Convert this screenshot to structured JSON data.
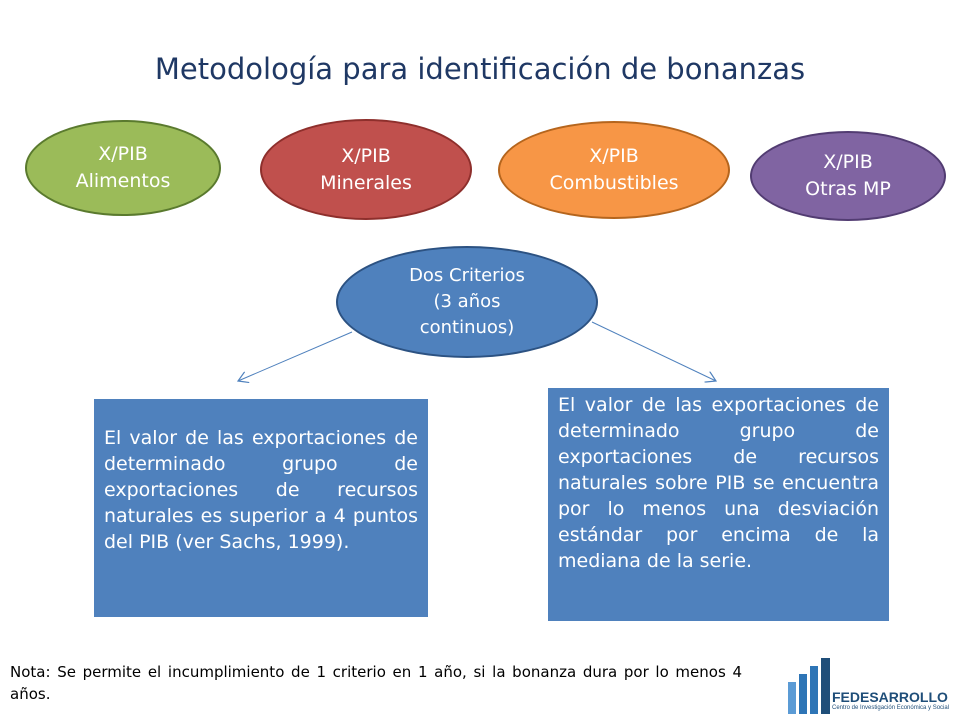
{
  "title": "Metodología para identificación de bonanzas",
  "ovals": {
    "alimentos": "X/PIB\nAlimentos",
    "minerales": "X/PIB\nMinerales",
    "combustibles": "X/PIB\nCombustibles",
    "otras": "X/PIB\nOtras MP",
    "criterios": "Dos Criterios\n(3 años\ncontinuos)"
  },
  "boxes": {
    "left": "El valor de las exportaciones de determinado grupo de exportaciones de recursos naturales es superior a 4 puntos del PIB (ver Sachs, 1999).",
    "right": "El valor de las exportaciones de determinado grupo de exportaciones de recursos naturales sobre PIB se encuentra por lo menos una desviación estándar por encima de la mediana de la serie."
  },
  "note": "Nota: Se permite el incumplimiento de 1 criterio en 1 año, si la bonanza dura por lo menos 4 años.",
  "logo": {
    "name": "FEDESARROLLO",
    "subtitle": "Centro de Investigación Económica y Social"
  },
  "colors": {
    "title": "#1f3864",
    "green": "#9bbb59",
    "red": "#c0504d",
    "orange": "#f79646",
    "purple": "#8064a2",
    "blue": "#4f81bd"
  }
}
